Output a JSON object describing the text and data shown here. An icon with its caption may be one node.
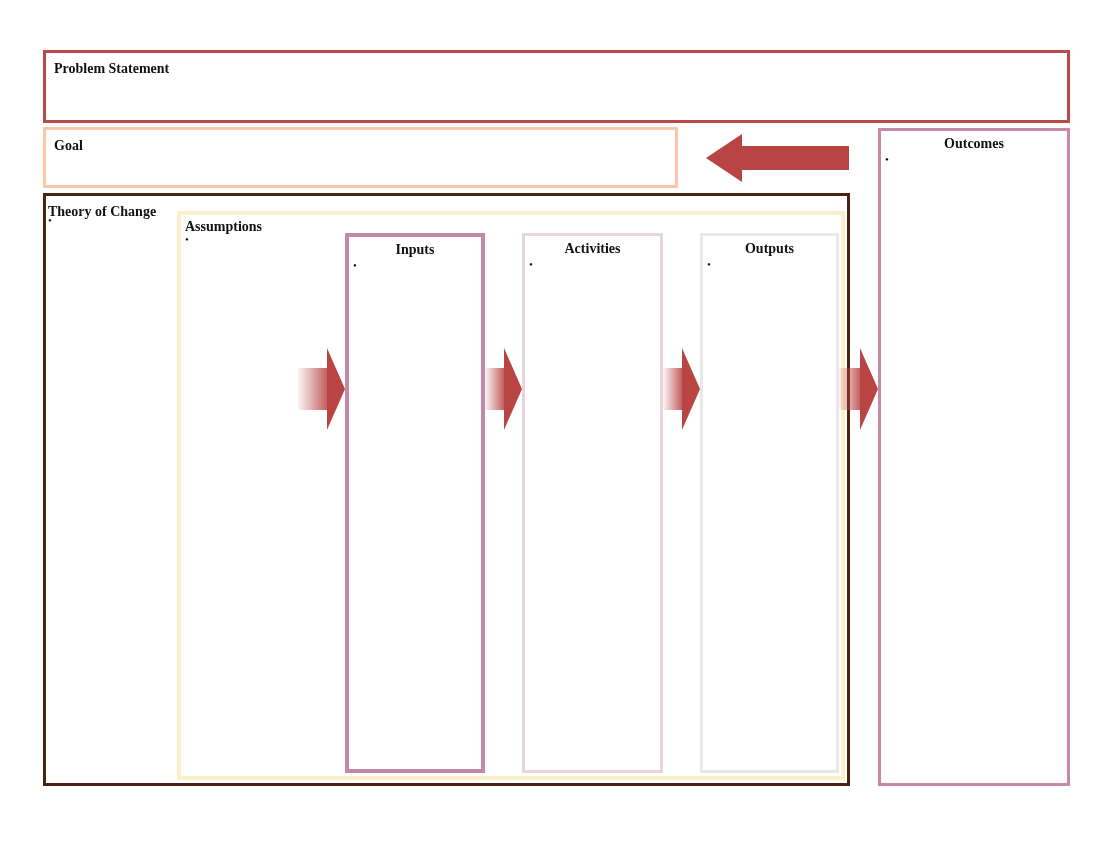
{
  "diagram": {
    "nodes": [
      {
        "text": [
          "Problem Statement"
        ]
      },
      {
        "text": [
          "Goal"
        ]
      },
      {
        "text": [
          "Outcomes",
          "•"
        ]
      },
      {
        "text": [
          "Theory of Change",
          "•"
        ]
      },
      {
        "text": [
          "Assumptions",
          "•"
        ],
        "in": 3
      },
      {
        "text": [
          "Inputs",
          "•"
        ],
        "in": 4
      },
      {
        "text": [
          "Activities",
          "•"
        ],
        "in": 4
      },
      {
        "text": [
          "Outputs",
          "•"
        ],
        "in": 4
      }
    ],
    "edges": [
      {
        "from": 2,
        "to": 1,
        "arrow": "to",
        "style": "thick",
        "color": "#b94444"
      },
      {
        "from": null,
        "to": 5,
        "arrow": "to",
        "style": "thick",
        "color": "#b94444"
      },
      {
        "from": 5,
        "to": 6,
        "arrow": "to",
        "style": "thick",
        "color": "#b94444"
      },
      {
        "from": 6,
        "to": 7,
        "arrow": "to",
        "style": "thick",
        "color": "#b94444"
      },
      {
        "from": 7,
        "to": 2,
        "arrow": "to",
        "style": "thick",
        "color": "#b94444"
      }
    ]
  }
}
